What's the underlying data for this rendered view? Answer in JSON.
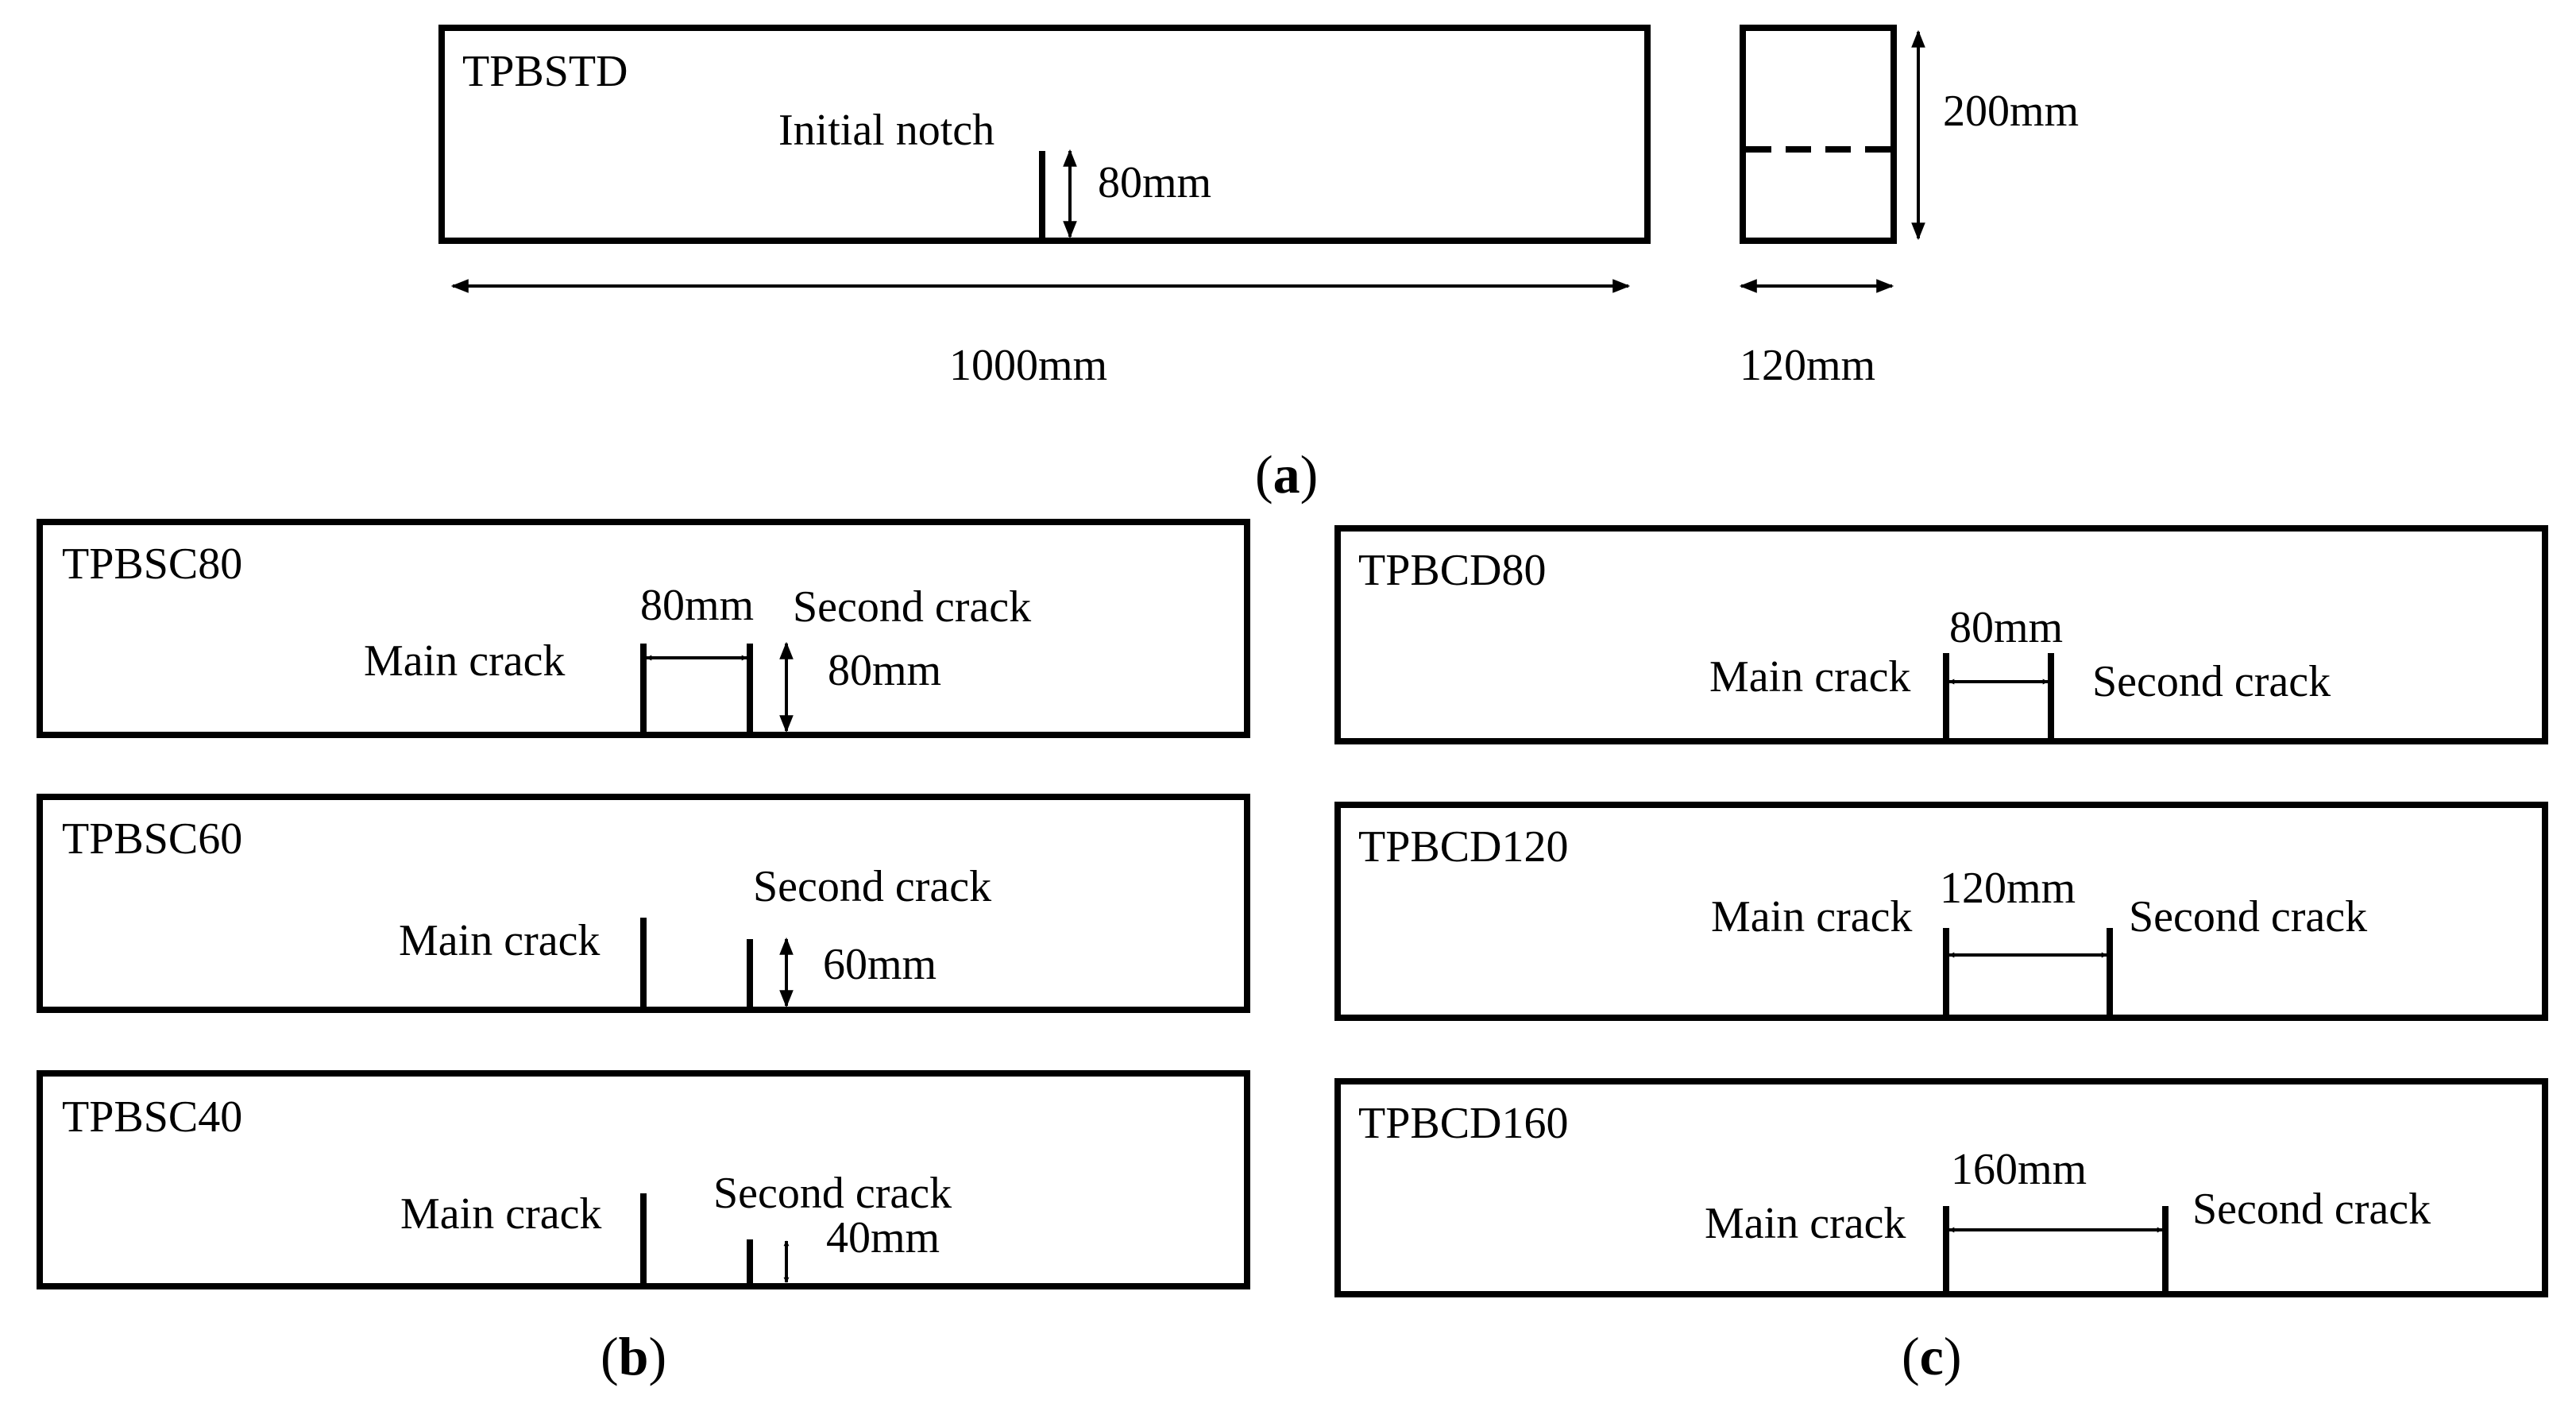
{
  "panel_a": {
    "specimen": "TPBSTD",
    "notch_label": "Initial notch",
    "notch_depth": "80mm",
    "length": "1000mm",
    "height": "200mm",
    "width": "120mm",
    "caption_open": "(",
    "caption_letter": "a",
    "caption_close": ")"
  },
  "panel_b": {
    "caption_open": "(",
    "caption_letter": "b",
    "caption_close": ")",
    "beams": [
      {
        "specimen": "TPBSC80",
        "main": "Main crack",
        "second": "Second crack",
        "spacing": "80mm",
        "depth": "80mm"
      },
      {
        "specimen": "TPBSC60",
        "main": "Main crack",
        "second": "Second crack",
        "depth": "60mm"
      },
      {
        "specimen": "TPBSC40",
        "main": "Main crack",
        "second": "Second crack",
        "depth": "40mm"
      }
    ]
  },
  "panel_c": {
    "caption_open": "(",
    "caption_letter": "c",
    "caption_close": ")",
    "beams": [
      {
        "specimen": "TPBCD80",
        "main": "Main crack",
        "second": "Second crack",
        "spacing": "80mm"
      },
      {
        "specimen": "TPBCD120",
        "main": "Main crack",
        "second": "Second crack",
        "spacing": "120mm"
      },
      {
        "specimen": "TPBCD160",
        "main": "Main crack",
        "second": "Second crack",
        "spacing": "160mm"
      }
    ]
  },
  "colors": {
    "line": "#000000",
    "background": "#ffffff"
  }
}
